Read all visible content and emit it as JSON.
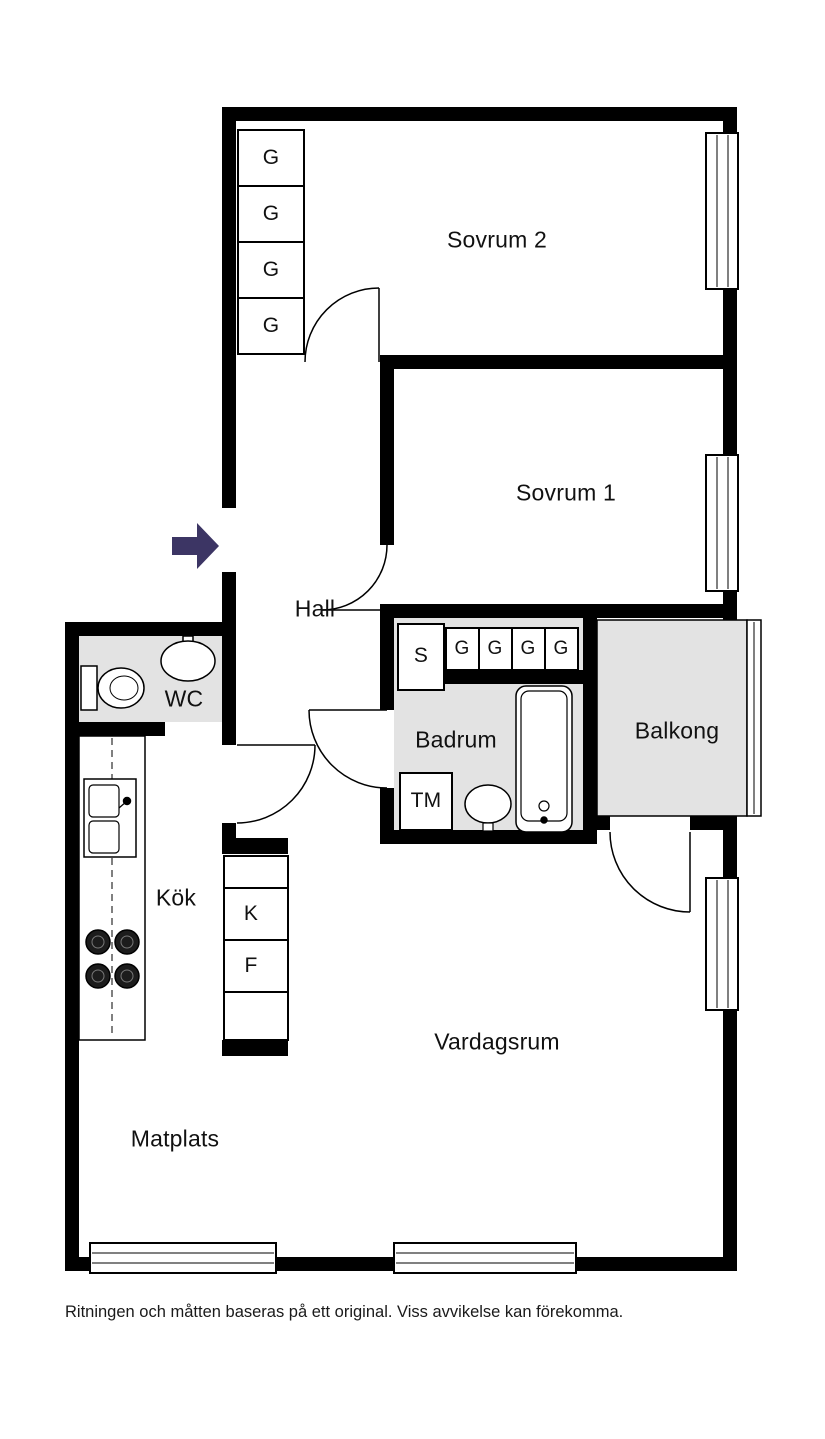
{
  "floorplan": {
    "rooms": {
      "sovrum2": "Sovrum 2",
      "sovrum1": "Sovrum 1",
      "hall": "Hall",
      "wc": "WC",
      "badrum": "Badrum",
      "balkong": "Balkong",
      "kok": "Kök",
      "vardagsrum": "Vardagsrum",
      "matplats": "Matplats"
    },
    "fixtures": {
      "closet_s": "S",
      "washing_machine": "TM",
      "fridge": "K",
      "freezer": "F"
    },
    "wardrobes": {
      "sovrum2_column": [
        "G",
        "G",
        "G",
        "G"
      ],
      "bath_row": [
        "G",
        "G",
        "G",
        "G"
      ]
    },
    "caption": "Ritningen och måtten baseras på ett original. Viss avvikelse kan förekomma.",
    "colors": {
      "wall": "#000000",
      "room_fill": "#e3e3e3",
      "entry_arrow": "#3c3564"
    }
  }
}
